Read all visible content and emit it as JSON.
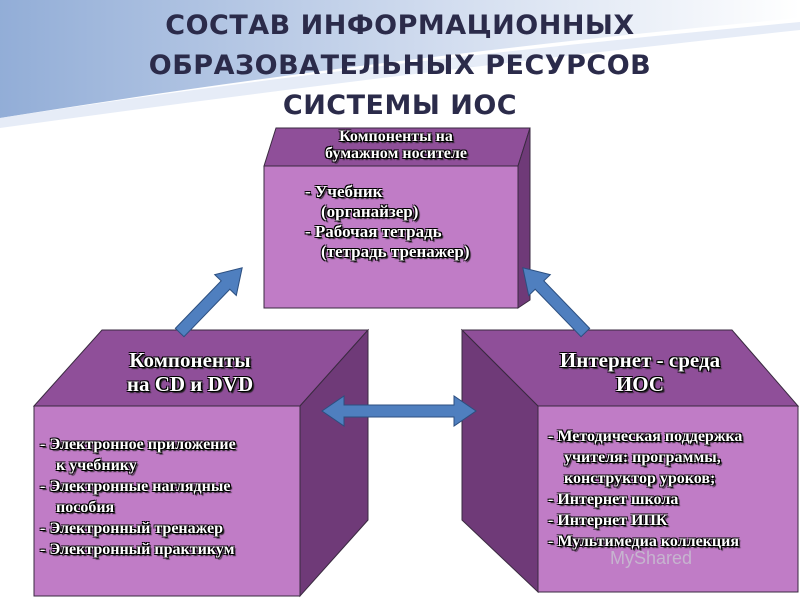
{
  "title": {
    "line1": "СОСТАВ  ИНФОРМАЦИОННЫХ",
    "line2": "ОБРАЗОВАТЕЛЬНЫХ РЕСУРСОВ",
    "line3": "СИСТЕМЫ ИОС"
  },
  "top_box": {
    "header_line1": "Компоненты на",
    "header_line2": "бумажном носителе",
    "items": [
      "- Учебник",
      "(органайзер)",
      "- Рабочая тетрадь",
      "(тетрадь тренажер)"
    ]
  },
  "left_box": {
    "header_line1": "Компоненты",
    "header_line2": "на CD и DVD",
    "items": [
      "- Электронное приложение",
      "к учебнику",
      "- Электронные наглядные",
      "пособия",
      "- Электронный тренажер",
      "- Электронный практикум"
    ]
  },
  "right_box": {
    "header_line1": "Интернет - среда",
    "header_line2": "ИОС",
    "items": [
      "- Методическая поддержка",
      "учителя: программы,",
      "конструктор уроков;",
      "- Интернет школа",
      "- Интернет ИПК",
      "- Мультимедиа коллекция"
    ]
  },
  "watermark": "MyShared",
  "colors": {
    "box_front": "#c07cc6",
    "box_top": "#8f4f99",
    "box_side": "#6f3a78",
    "arrow": "#4f7fbf"
  }
}
